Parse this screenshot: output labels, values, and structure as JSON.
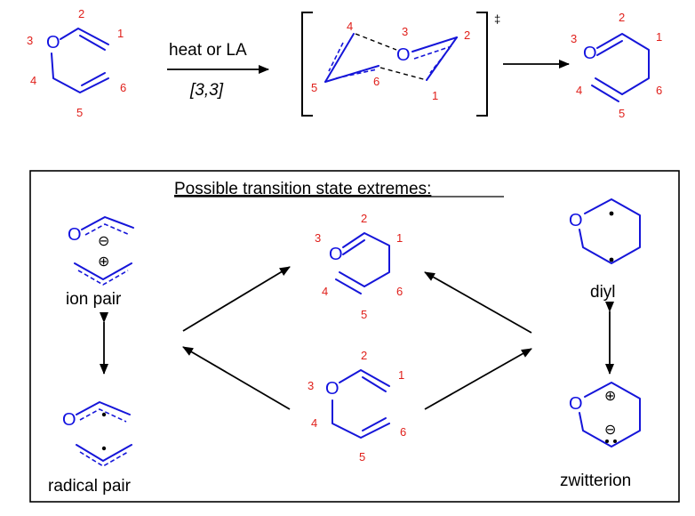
{
  "reaction": {
    "conditions_top": "heat or LA",
    "conditions_bottom": "[3,3]",
    "ts_symbol": "‡",
    "reactant_numbers": [
      "1",
      "2",
      "3",
      "4",
      "5",
      "6"
    ],
    "ts_numbers": [
      "1",
      "2",
      "3",
      "4",
      "5",
      "6"
    ],
    "product_numbers": [
      "1",
      "2",
      "3",
      "4",
      "5",
      "6"
    ]
  },
  "atoms": {
    "oxygen": "O"
  },
  "charges": {
    "plus": "⊕",
    "minus": "⊖"
  },
  "box": {
    "title": "Possible transition state extremes:",
    "labels": {
      "ion_pair": "ion pair",
      "radical_pair": "radical pair",
      "diyl": "diyl",
      "zwitterion": "zwitterion"
    }
  },
  "colors": {
    "bond": "#1515d9",
    "atom_number": "#e0201b",
    "text": "#000000"
  }
}
